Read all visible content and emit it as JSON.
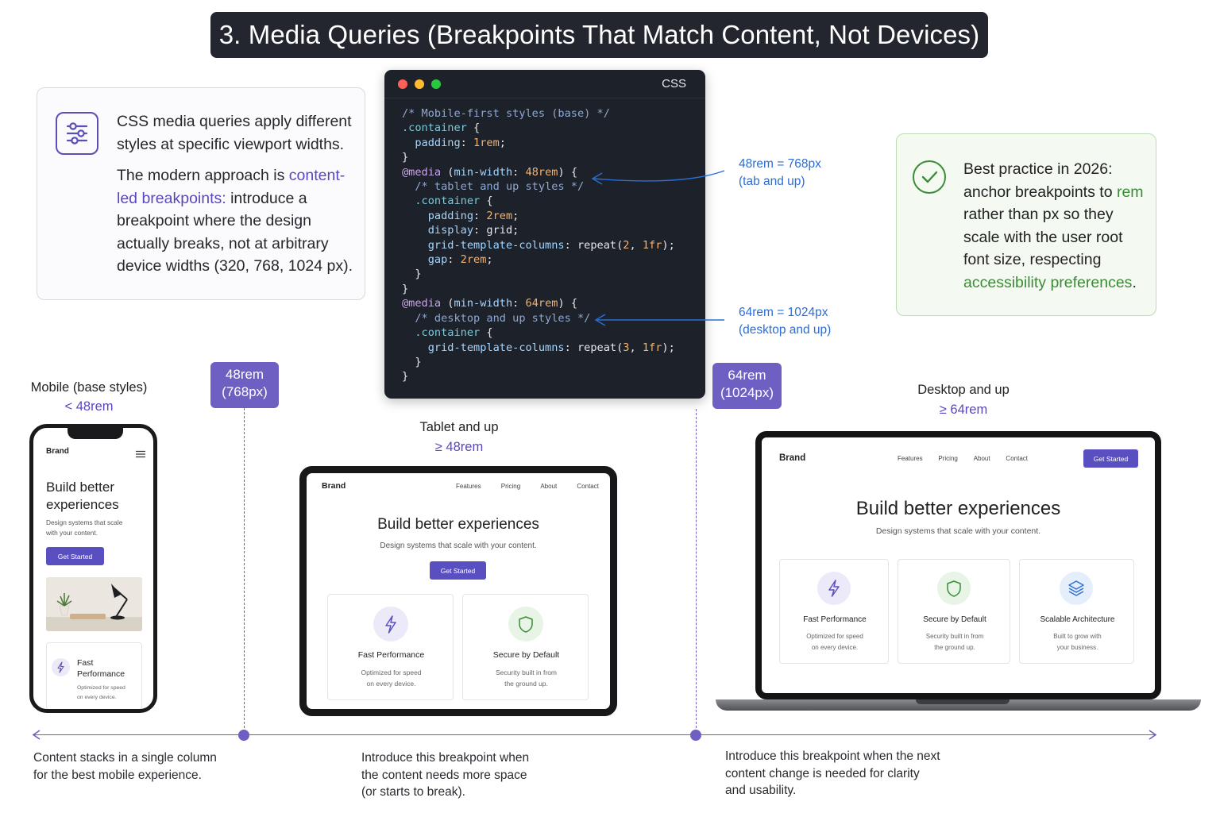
{
  "title": "3. Media Queries (Breakpoints That Match Content, Not Devices)",
  "intro": {
    "p1": "CSS media queries apply different styles at specific viewport widths.",
    "p2_before": "The modern approach is ",
    "p2_accent": "content-led breakpoints:",
    "p2_after": " introduce a breakpoint where the design actually breaks, not at arbitrary device widths (320, 768, 1024 px).",
    "icon": "sliders-icon"
  },
  "code_window": {
    "lang": "CSS",
    "lines": [
      [
        [
          "/* Mobile-first styles (base) */",
          "tcm"
        ]
      ],
      [
        [
          ".container",
          "tc"
        ],
        [
          " {",
          "tp"
        ]
      ],
      [
        [
          "  padding",
          "tf"
        ],
        [
          ": ",
          "tp"
        ],
        [
          "1rem",
          "tn"
        ],
        [
          ";",
          "tp"
        ]
      ],
      [
        [
          "}",
          "tp"
        ]
      ],
      [
        [
          "@media",
          "tm"
        ],
        [
          " (",
          "tp"
        ],
        [
          "min-width",
          "tf"
        ],
        [
          ": ",
          "tp"
        ],
        [
          "48rem",
          "tn"
        ],
        [
          ") {",
          "tp"
        ]
      ],
      [
        [
          "  /* tablet and up styles */",
          "tcm"
        ]
      ],
      [
        [
          "  .container",
          "tc"
        ],
        [
          " {",
          "tp"
        ]
      ],
      [
        [
          "    padding",
          "tf"
        ],
        [
          ": ",
          "tp"
        ],
        [
          "2rem",
          "tn"
        ],
        [
          ";",
          "tp"
        ]
      ],
      [
        [
          "    display",
          "tf"
        ],
        [
          ": ",
          "tp"
        ],
        [
          "grid",
          "tp"
        ],
        [
          ";",
          "tp"
        ]
      ],
      [
        [
          "    grid-template-columns",
          "tf"
        ],
        [
          ": ",
          "tp"
        ],
        [
          "repeat",
          "tp"
        ],
        [
          "(",
          "tp"
        ],
        [
          "2",
          "tn"
        ],
        [
          ", ",
          "tp"
        ],
        [
          "1fr",
          "tn"
        ],
        [
          ");",
          "tp"
        ]
      ],
      [
        [
          "    gap",
          "tf"
        ],
        [
          ": ",
          "tp"
        ],
        [
          "2rem",
          "tn"
        ],
        [
          ";",
          "tp"
        ]
      ],
      [
        [
          "  }",
          "tp"
        ]
      ],
      [
        [
          "}",
          "tp"
        ]
      ],
      [
        [
          "@media",
          "tm"
        ],
        [
          " (",
          "tp"
        ],
        [
          "min-width",
          "tf"
        ],
        [
          ": ",
          "tp"
        ],
        [
          "64rem",
          "tn"
        ],
        [
          ") {",
          "tp"
        ]
      ],
      [
        [
          "  /* desktop and up styles */",
          "tcm"
        ]
      ],
      [
        [
          "  .container",
          "tc"
        ],
        [
          " {",
          "tp"
        ]
      ],
      [
        [
          "    grid-template-columns",
          "tf"
        ],
        [
          ": ",
          "tp"
        ],
        [
          "repeat",
          "tp"
        ],
        [
          "(",
          "tp"
        ],
        [
          "3",
          "tn"
        ],
        [
          ", ",
          "tp"
        ],
        [
          "1fr",
          "tn"
        ],
        [
          ");",
          "tp"
        ]
      ],
      [
        [
          "  }",
          "tp"
        ]
      ],
      [
        [
          "}",
          "tp"
        ]
      ]
    ]
  },
  "annotations": {
    "a1_line1": "48rem = 768px",
    "a1_line2": "(tab and up)",
    "a2_line1": "64rem = 1024px",
    "a2_line2": "(desktop and up)"
  },
  "best_practice": {
    "heading": "Best practice in 2026:",
    "t1": " anchor breakpoints to ",
    "rem": "rem",
    "t2": " rather than px so they scale with the user root font size, respecting ",
    "access": "accessibility preferences",
    "t3": ".",
    "icon": "check-circle-icon"
  },
  "breakpoints": {
    "b1_line1": "48rem",
    "b1_line2": "(768px)",
    "b2_line1": "64rem",
    "b2_line2": "(1024px)"
  },
  "devices": {
    "mobile": {
      "label": "Mobile (base styles)",
      "sub": "< 48rem"
    },
    "tablet": {
      "label": "Tablet and up",
      "sub": "≥ 48rem"
    },
    "desktop": {
      "label": "Desktop and up",
      "sub": "≥ 64rem"
    }
  },
  "site": {
    "brand": "Brand",
    "nav": [
      "Features",
      "Pricing",
      "About",
      "Contact"
    ],
    "hero_title": "Build better experiences",
    "hero_sub": "Design systems that scale with your content.",
    "cta": "Get Started",
    "features": [
      {
        "title": "Fast Performance",
        "desc1": "Optimized for speed",
        "desc2": "on every device.",
        "icon": "lightning-icon"
      },
      {
        "title": "Secure by Default",
        "desc1": "Security built in from",
        "desc2": "the ground up.",
        "icon": "shield-icon"
      },
      {
        "title": "Scalable Architecture",
        "desc1": "Built to grow with",
        "desc2": "your business.",
        "icon": "layers-icon"
      }
    ],
    "mobile_hero_l1": "Build better",
    "mobile_hero_l2": "experiences",
    "mobile_sub_l1": "Design systems that scale",
    "mobile_sub_l2": "with your content.",
    "mobile_feature_l1": "Fast",
    "mobile_feature_l2": "Performance",
    "mobile_feature_d1": "Optimized for speed",
    "mobile_feature_d2": "on every device.",
    "menu_icon": "hamburger-menu-icon",
    "hero_image": "desk-lamp-plant-image"
  },
  "notes": {
    "mobile_l1": "Content stacks in a single column",
    "mobile_l2": "for the best mobile experience.",
    "tablet_l1": "Introduce this breakpoint when",
    "tablet_l2": "the content needs more space",
    "tablet_l3": "(or starts to break).",
    "desktop_l1": "Introduce this breakpoint when the next",
    "desktop_l2": "content change is needed for clarity",
    "desktop_l3": "and usability."
  },
  "colors": {
    "accent": "#5848bf",
    "code_bg": "#1d2129",
    "green": "#3c8b36",
    "annotation": "#2a6ed8"
  }
}
